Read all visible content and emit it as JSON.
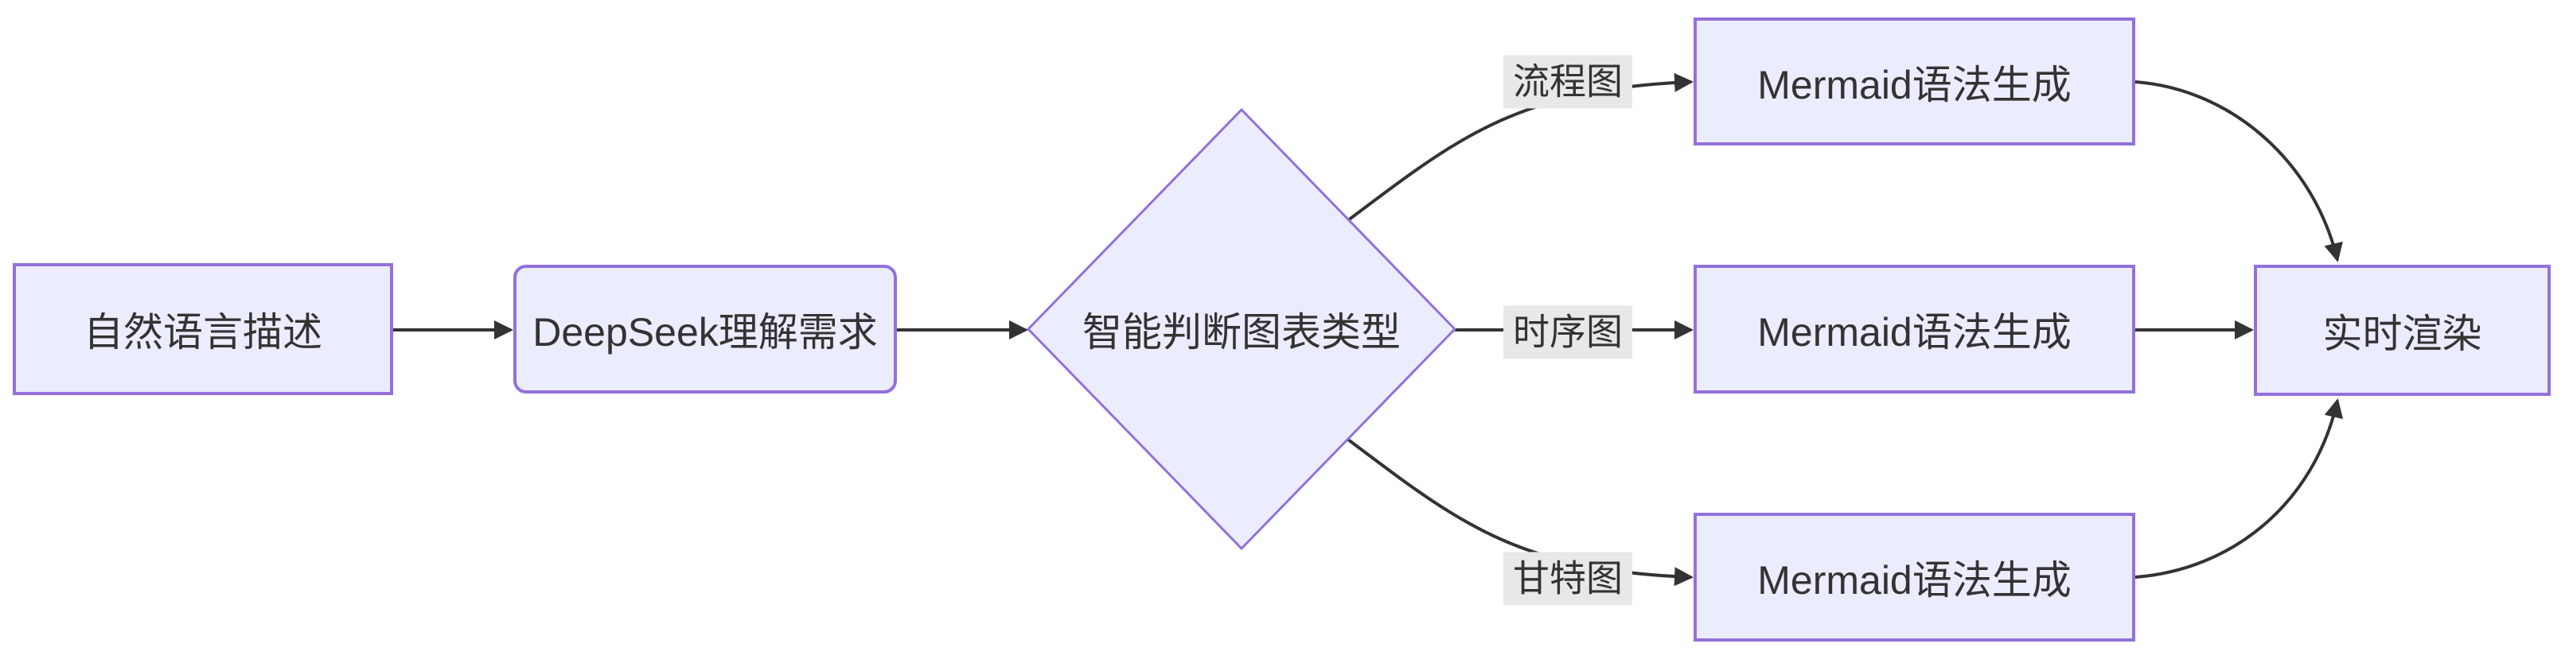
{
  "diagram": {
    "type": "flowchart-left-to-right",
    "background_color": "#ffffff",
    "colors": {
      "node_fill": "#ECECFF",
      "node_border": "#9370DB",
      "edge_stroke": "#333333",
      "arrowhead": "#333333",
      "node_text": "#333333",
      "edge_label_bg": "#e8e8e8",
      "edge_label_text": "#333333"
    },
    "nodes": {
      "input": {
        "label": "自然语言描述",
        "shape": "rectangle"
      },
      "understand": {
        "label": "DeepSeek理解需求",
        "shape": "rounded-rectangle"
      },
      "decision": {
        "label": "智能判断图表类型",
        "shape": "diamond"
      },
      "gen_flowchart": {
        "label": "Mermaid语法生成",
        "shape": "rectangle"
      },
      "gen_sequence": {
        "label": "Mermaid语法生成",
        "shape": "rectangle"
      },
      "gen_gantt": {
        "label": "Mermaid语法生成",
        "shape": "rectangle"
      },
      "render": {
        "label": "实时渲染",
        "shape": "rectangle"
      }
    },
    "edge_labels": {
      "flowchart": "流程图",
      "sequence": "时序图",
      "gantt": "甘特图"
    },
    "edges": [
      {
        "from": "input",
        "to": "understand",
        "label": ""
      },
      {
        "from": "understand",
        "to": "decision",
        "label": ""
      },
      {
        "from": "decision",
        "to": "gen_flowchart",
        "label": "流程图"
      },
      {
        "from": "decision",
        "to": "gen_sequence",
        "label": "时序图"
      },
      {
        "from": "decision",
        "to": "gen_gantt",
        "label": "甘特图"
      },
      {
        "from": "gen_flowchart",
        "to": "render",
        "label": ""
      },
      {
        "from": "gen_sequence",
        "to": "render",
        "label": ""
      },
      {
        "from": "gen_gantt",
        "to": "render",
        "label": ""
      }
    ]
  }
}
